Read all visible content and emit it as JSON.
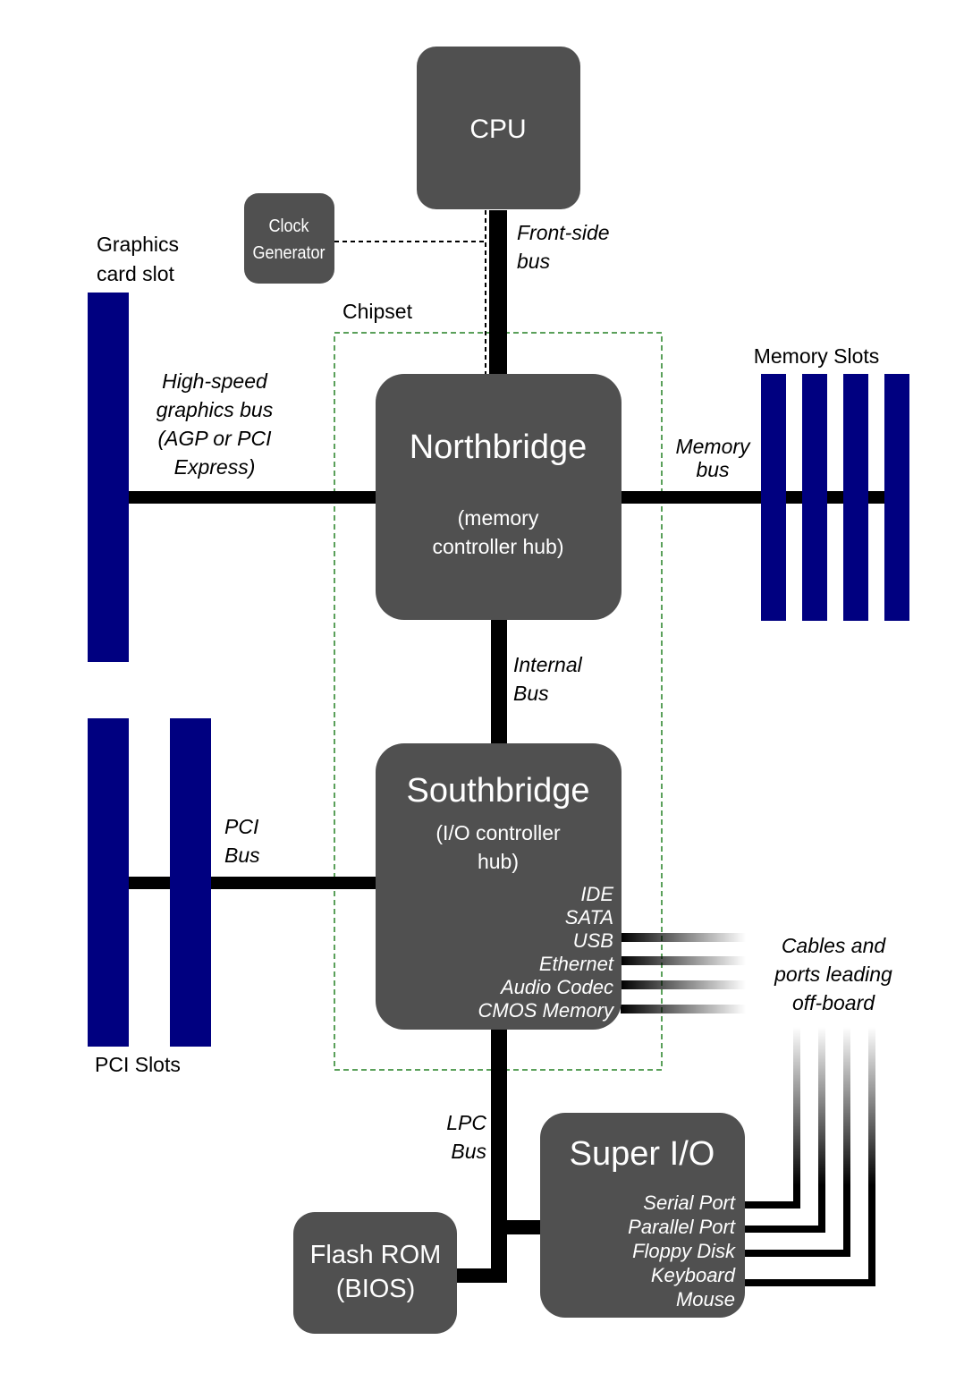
{
  "colors": {
    "box": "#505050",
    "slot": "#000080",
    "bus": "#000000",
    "chipset_border": "#5aa05a",
    "text_on_box": "#ffffff",
    "text": "#000000"
  },
  "cpu": {
    "title": "CPU"
  },
  "clock": {
    "line1": "Clock",
    "line2": "Generator"
  },
  "fsb": {
    "line1": "Front-side",
    "line2": "bus"
  },
  "chipset": {
    "label": "Chipset"
  },
  "graphics": {
    "line1": "Graphics",
    "line2": "card slot"
  },
  "graphics_bus": {
    "line1": "High-speed",
    "line2": "graphics bus",
    "line3": "(AGP or PCI",
    "line4": "Express)"
  },
  "northbridge": {
    "title": "Northbridge",
    "line1": "(memory",
    "line2": "controller hub)"
  },
  "memory": {
    "label": "Memory Slots",
    "bus_line1": "Memory",
    "bus_line2": "bus"
  },
  "internal_bus": {
    "line1": "Internal",
    "line2": "Bus"
  },
  "southbridge": {
    "title": "Southbridge",
    "line1": "(I/O controller",
    "line2": "hub)",
    "ports": [
      "IDE",
      "SATA",
      "USB",
      "Ethernet",
      "Audio Codec",
      "CMOS Memory"
    ]
  },
  "pci": {
    "bus_line1": "PCI",
    "bus_line2": "Bus",
    "slots_label": "PCI Slots"
  },
  "offboard": {
    "line1": "Cables and",
    "line2": "ports leading",
    "line3": "off-board"
  },
  "lpc": {
    "line1": "LPC",
    "line2": "Bus"
  },
  "superio": {
    "title": "Super I/O",
    "ports": [
      "Serial Port",
      "Parallel Port",
      "Floppy Disk",
      "Keyboard",
      "Mouse"
    ]
  },
  "flash": {
    "line1": "Flash ROM",
    "line2": "(BIOS)"
  }
}
